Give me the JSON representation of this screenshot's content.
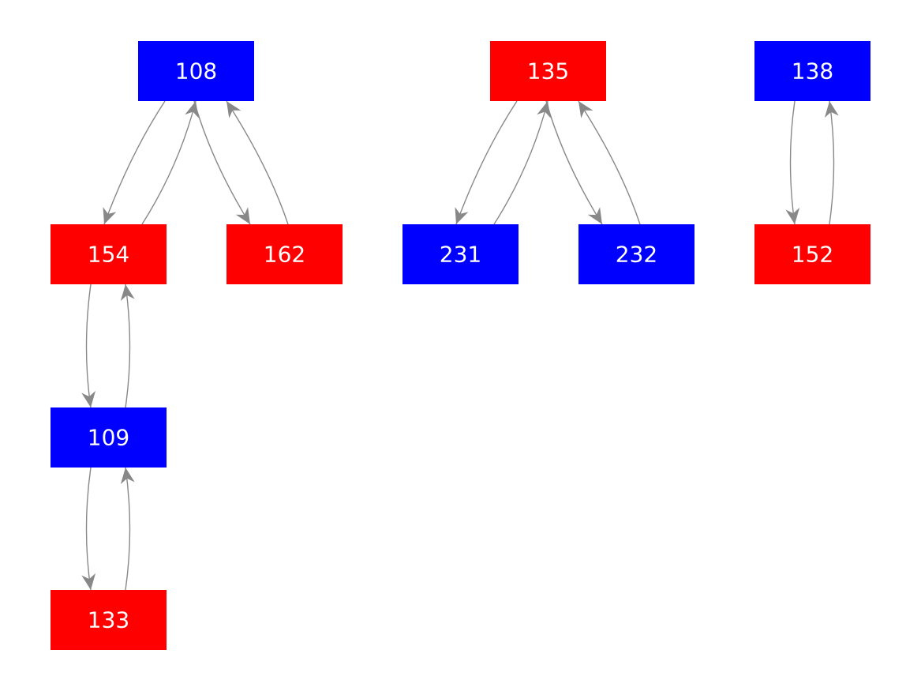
{
  "colors": {
    "blue": "#0000ff",
    "red": "#ff0000",
    "edge": "#888888",
    "label": "#ffffff"
  },
  "nodes": [
    {
      "id": "108",
      "label": "108",
      "color": "blue"
    },
    {
      "id": "154",
      "label": "154",
      "color": "red"
    },
    {
      "id": "162",
      "label": "162",
      "color": "red"
    },
    {
      "id": "109",
      "label": "109",
      "color": "blue"
    },
    {
      "id": "133",
      "label": "133",
      "color": "red"
    },
    {
      "id": "135",
      "label": "135",
      "color": "red"
    },
    {
      "id": "231",
      "label": "231",
      "color": "blue"
    },
    {
      "id": "232",
      "label": "232",
      "color": "blue"
    },
    {
      "id": "138",
      "label": "138",
      "color": "blue"
    },
    {
      "id": "152",
      "label": "152",
      "color": "red"
    }
  ],
  "edges": [
    {
      "from": "108",
      "to": "154"
    },
    {
      "from": "154",
      "to": "108"
    },
    {
      "from": "108",
      "to": "162"
    },
    {
      "from": "162",
      "to": "108"
    },
    {
      "from": "154",
      "to": "109"
    },
    {
      "from": "109",
      "to": "154"
    },
    {
      "from": "109",
      "to": "133"
    },
    {
      "from": "133",
      "to": "109"
    },
    {
      "from": "135",
      "to": "231"
    },
    {
      "from": "231",
      "to": "135"
    },
    {
      "from": "135",
      "to": "232"
    },
    {
      "from": "232",
      "to": "135"
    },
    {
      "from": "138",
      "to": "152"
    },
    {
      "from": "152",
      "to": "138"
    }
  ]
}
